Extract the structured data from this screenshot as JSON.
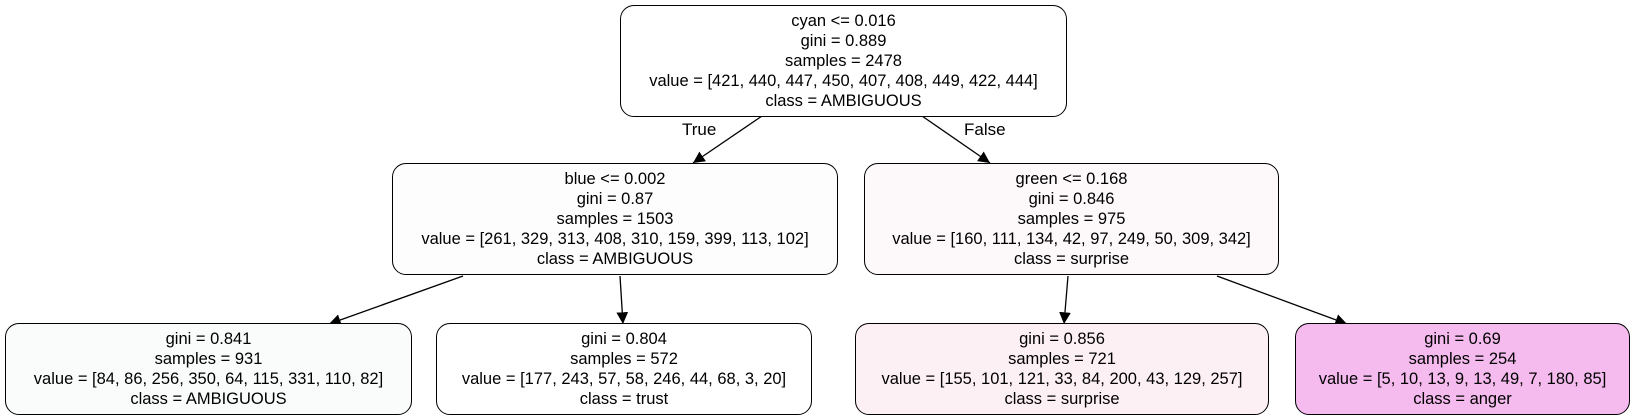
{
  "tree": {
    "edge_labels": {
      "true_label": "True",
      "false_label": "False"
    },
    "nodes": [
      {
        "split": "cyan <= 0.016",
        "gini": "gini = 0.889",
        "samples": "samples = 2478",
        "value": "value = [421, 440, 447, 450, 407, 408, 449, 422, 444]",
        "class": "class = AMBIGUOUS",
        "fill": "#ffffff"
      },
      {
        "split": "blue <= 0.002",
        "gini": "gini = 0.87",
        "samples": "samples = 1503",
        "value": "value = [261, 329, 313, 408, 310, 159, 399, 113, 102]",
        "class": "class = AMBIGUOUS",
        "fill": "#fdfdfd"
      },
      {
        "split": "green <= 0.168",
        "gini": "gini = 0.846",
        "samples": "samples = 975",
        "value": "value = [160, 111, 134, 42, 97, 249, 50, 309, 342]",
        "class": "class = surprise",
        "fill": "#fdf8fa"
      },
      {
        "gini": "gini = 0.841",
        "samples": "samples = 931",
        "value": "value = [84, 86, 256, 350, 64, 115, 331, 110, 82]",
        "class": "class = AMBIGUOUS",
        "fill": "#fafcfc"
      },
      {
        "gini": "gini = 0.804",
        "samples": "samples = 572",
        "value": "value = [177, 243, 57, 58, 246, 44, 68, 3, 20]",
        "class": "class = trust",
        "fill": "#ffffff"
      },
      {
        "gini": "gini = 0.856",
        "samples": "samples = 721",
        "value": "value = [155, 101, 121, 33, 84, 200, 43, 129, 257]",
        "class": "class = surprise",
        "fill": "#fdf0f5"
      },
      {
        "gini": "gini = 0.69",
        "samples": "samples = 254",
        "value": "value = [5, 10, 13, 9, 13, 49, 7, 180, 85]",
        "class": "class = anger",
        "fill": "#f5bbee"
      }
    ]
  }
}
